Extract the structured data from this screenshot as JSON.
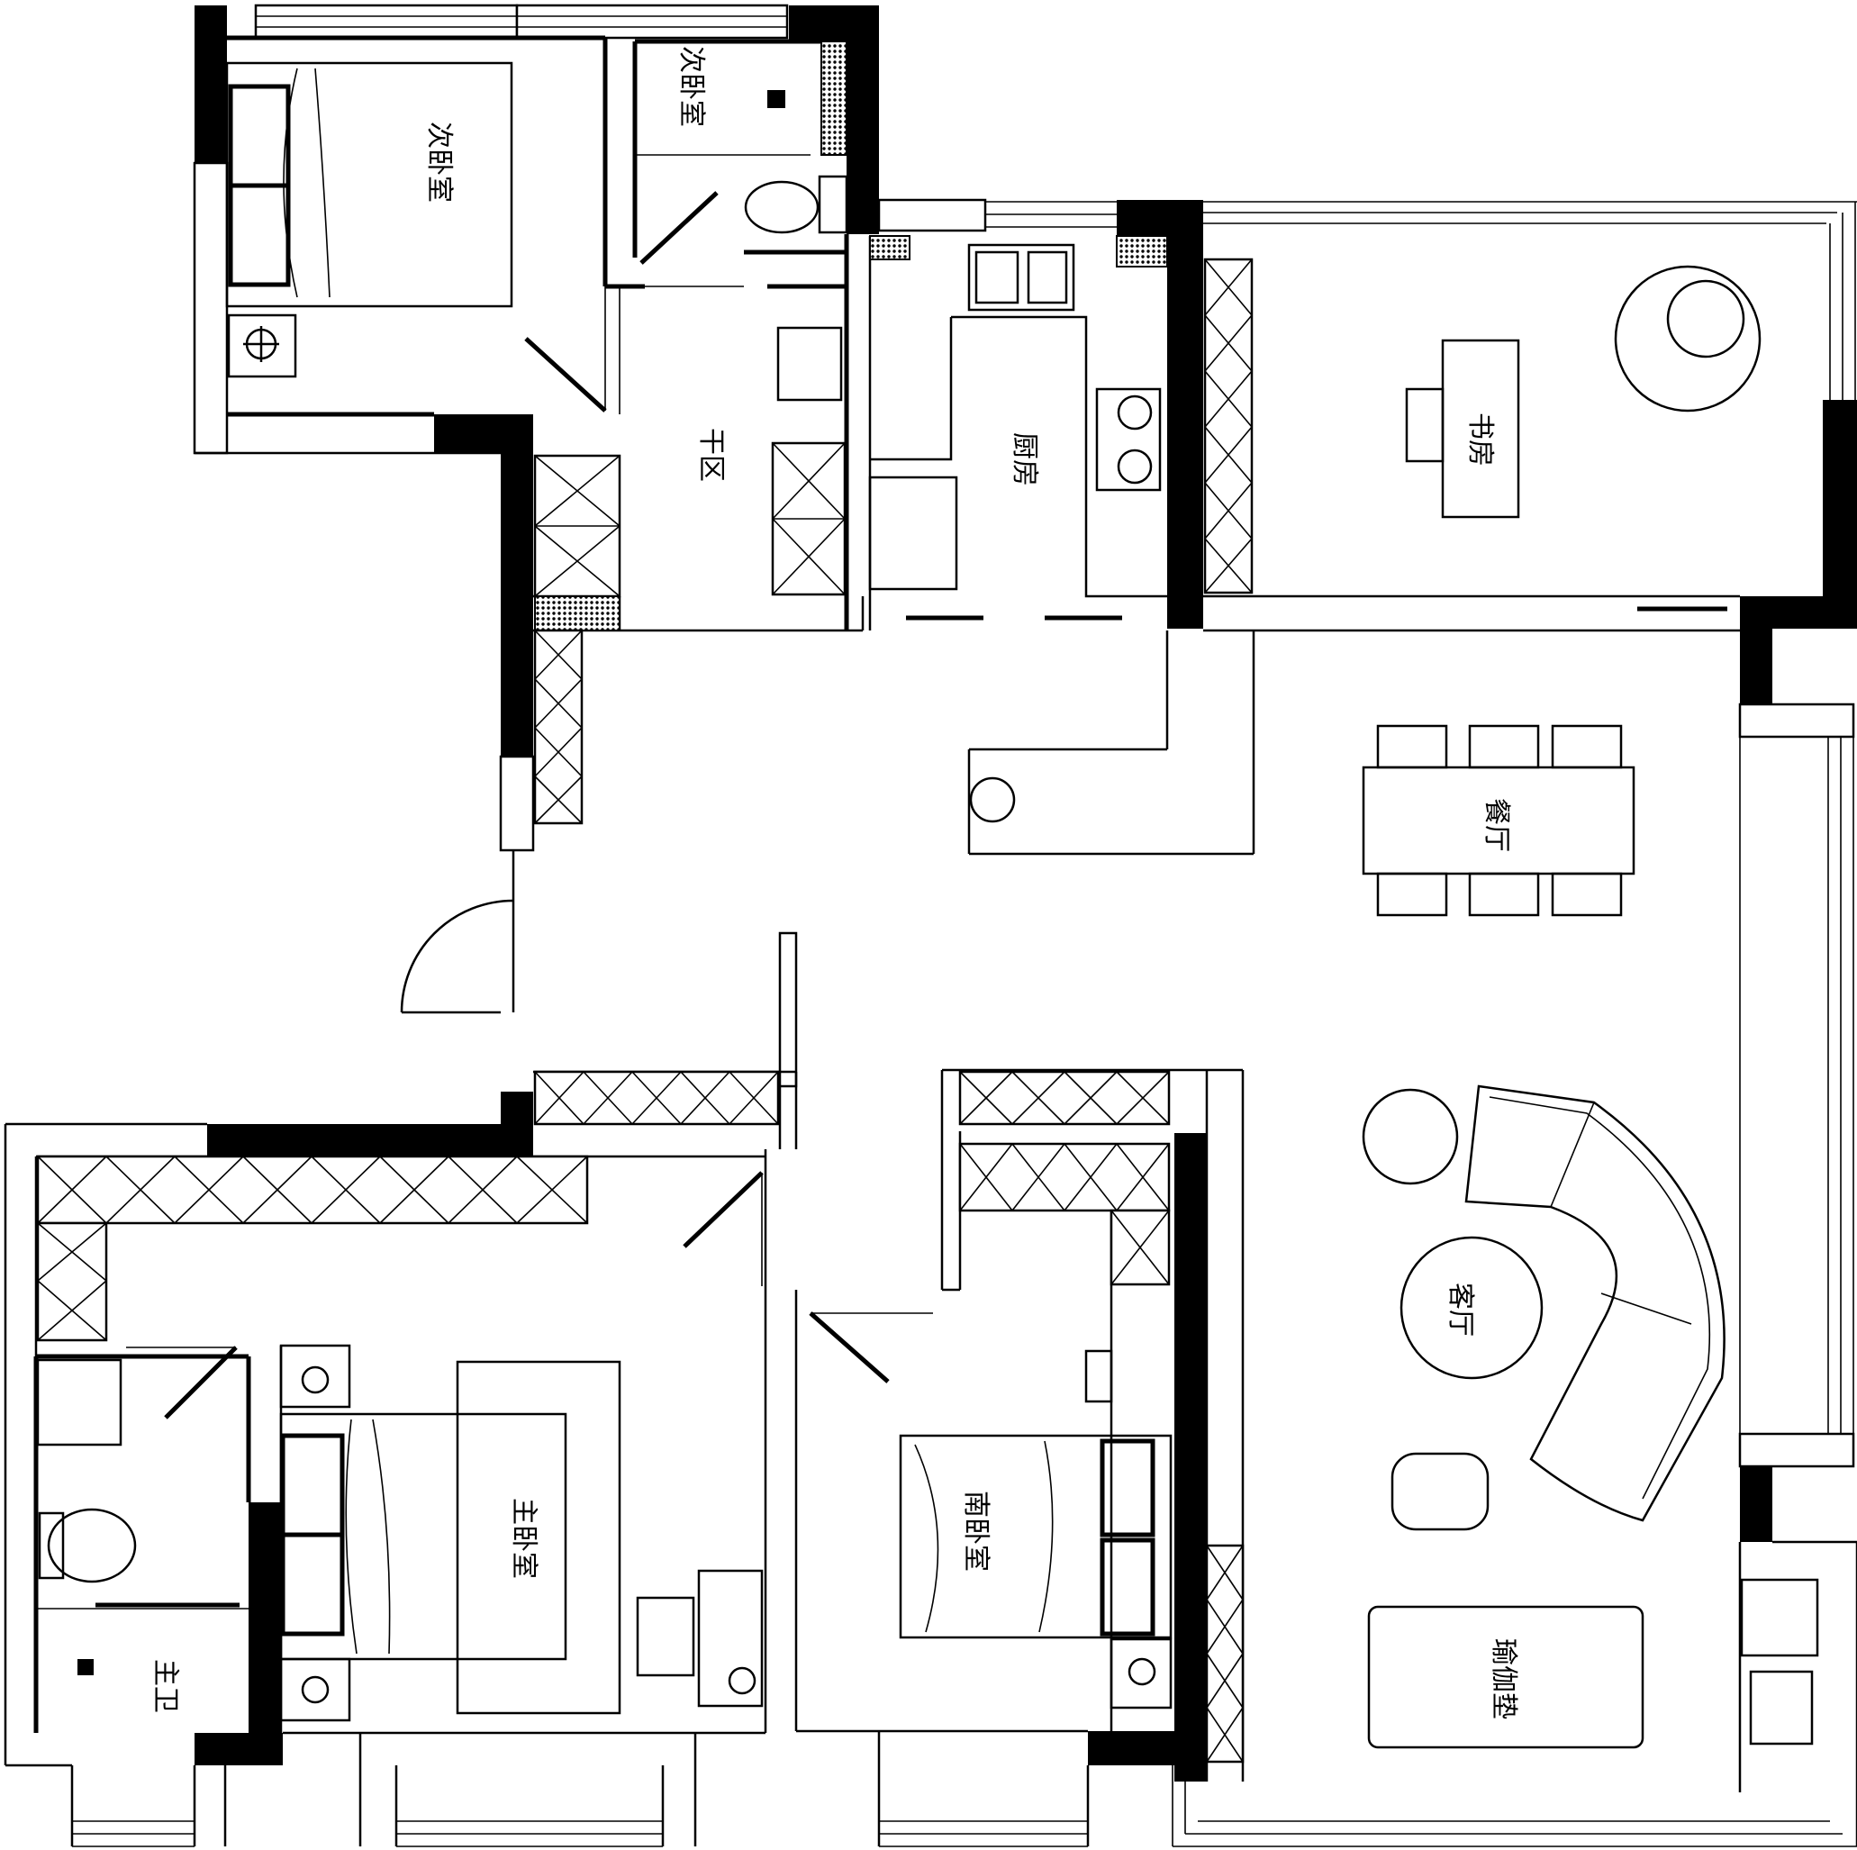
{
  "rooms": {
    "second_bedroom_1": "次卧室",
    "second_bedroom_2": "次卧室",
    "dry_area": "干区",
    "kitchen": "厨房",
    "study": "书房",
    "dining": "餐厅",
    "living": "客厅",
    "master_bedroom": "主卧室",
    "master_bath": "主卫",
    "south_bedroom": "南卧室",
    "yoga_mat": "瑜伽垫"
  }
}
